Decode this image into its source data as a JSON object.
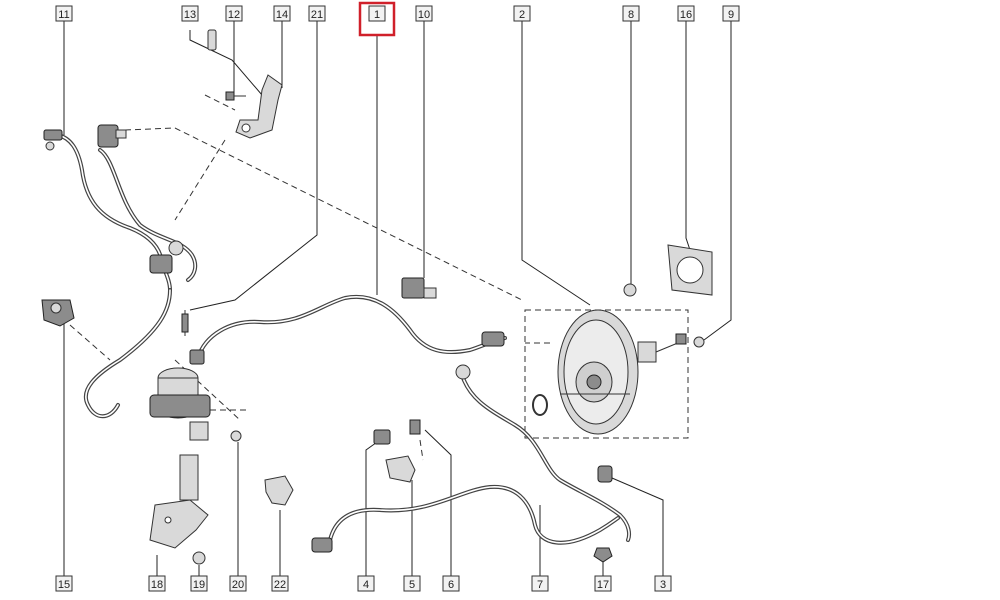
{
  "diagram": {
    "highlight_color": "#d0202a",
    "callouts": [
      {
        "id": "c11",
        "label": "11"
      },
      {
        "id": "c13",
        "label": "13"
      },
      {
        "id": "c12",
        "label": "12"
      },
      {
        "id": "c14",
        "label": "14"
      },
      {
        "id": "c21",
        "label": "21"
      },
      {
        "id": "c1",
        "label": "1",
        "highlighted": true
      },
      {
        "id": "c10",
        "label": "10"
      },
      {
        "id": "c2",
        "label": "2"
      },
      {
        "id": "c8",
        "label": "8"
      },
      {
        "id": "c16",
        "label": "16"
      },
      {
        "id": "c9",
        "label": "9"
      },
      {
        "id": "c15",
        "label": "15"
      },
      {
        "id": "c18",
        "label": "18"
      },
      {
        "id": "c19",
        "label": "19"
      },
      {
        "id": "c20",
        "label": "20"
      },
      {
        "id": "c22",
        "label": "22"
      },
      {
        "id": "c4",
        "label": "4"
      },
      {
        "id": "c5",
        "label": "5"
      },
      {
        "id": "c6",
        "label": "6"
      },
      {
        "id": "c7",
        "label": "7"
      },
      {
        "id": "c17",
        "label": "17"
      },
      {
        "id": "c3",
        "label": "3"
      }
    ]
  }
}
